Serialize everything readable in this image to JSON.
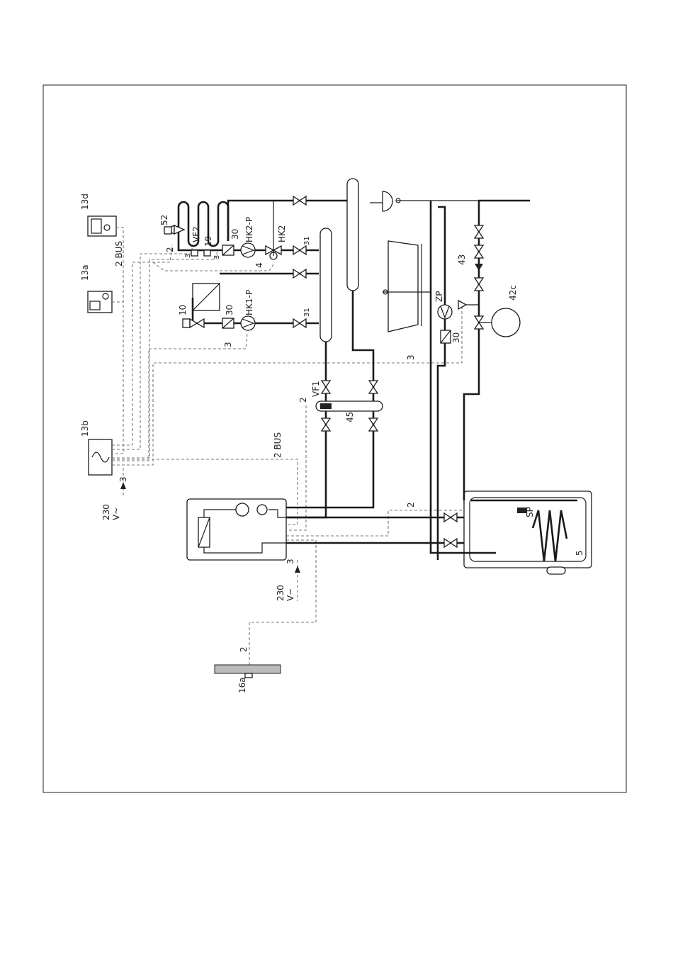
{
  "labels": {
    "l13d": "13d",
    "l13a": "13a",
    "l13b": "13b",
    "l52": "52",
    "lVF2": "VF2",
    "l2a": "2",
    "l3a": "3",
    "l19": "19",
    "l3b": "3",
    "l30a": "30",
    "lHK2P": "HK2-P",
    "lHK2": "HK2",
    "l31a": "31",
    "l2BUSa": "2 BUS",
    "l4": "4",
    "l10": "10",
    "l30b": "30",
    "lHK1P": "HK1-P",
    "l31b": "31",
    "l3c": "3",
    "l3d": "3",
    "lVF1": "VF1",
    "l2b": "2",
    "l45": "45",
    "l2BUSb": "2 BUS",
    "lZP": "ZP",
    "l30c": "30",
    "l43": "43",
    "l42c": "42c",
    "l2c": "2",
    "lSP": "SP",
    "l5": "5",
    "l3e": "3",
    "l230a": "230",
    "lVa": "V~",
    "l3f": "3",
    "l230b": "230",
    "lVb": "V~",
    "l2d": "2",
    "l16a": "16a"
  }
}
